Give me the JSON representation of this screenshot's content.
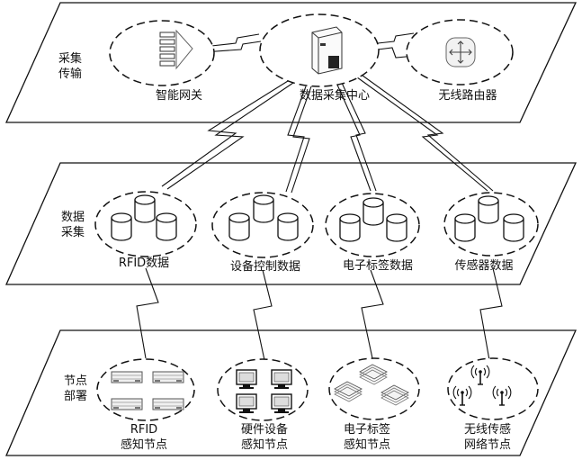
{
  "layers": {
    "transmission": {
      "label_line1": "采集",
      "label_line2": "传输"
    },
    "collection": {
      "label_line1": "数据",
      "label_line2": "采集"
    },
    "deployment": {
      "label_line1": "节点",
      "label_line2": "部署"
    }
  },
  "top_nodes": {
    "gateway": {
      "label": "智能网关",
      "icon": "gateway-icon"
    },
    "center": {
      "label": "数据采集中心",
      "icon": "server-icon"
    },
    "router": {
      "label": "无线路由器",
      "icon": "router-icon"
    }
  },
  "data_nodes": {
    "rfid": {
      "label": "RFID数据",
      "icon": "database-cluster-icon"
    },
    "device": {
      "label": "设备控制数据",
      "icon": "database-cluster-icon"
    },
    "etag": {
      "label": "电子标签数据",
      "icon": "database-cluster-icon"
    },
    "sensor": {
      "label": "传感器数据",
      "icon": "database-cluster-icon"
    }
  },
  "sensing_nodes": {
    "rfid": {
      "label_line1": "RFID",
      "label_line2": "感知节点",
      "icon": "rfid-reader-icon"
    },
    "hardware": {
      "label_line1": "硬件设备",
      "label_line2": "感知节点",
      "icon": "computer-icon"
    },
    "etag": {
      "label_line1": "电子标签",
      "label_line2": "感知节点",
      "icon": "tag-stack-icon"
    },
    "wireless": {
      "label_line1": "无线传感",
      "label_line2": "网络节点",
      "icon": "antenna-icon"
    }
  },
  "colors": {
    "stroke": "#111111",
    "background": "#ffffff"
  }
}
